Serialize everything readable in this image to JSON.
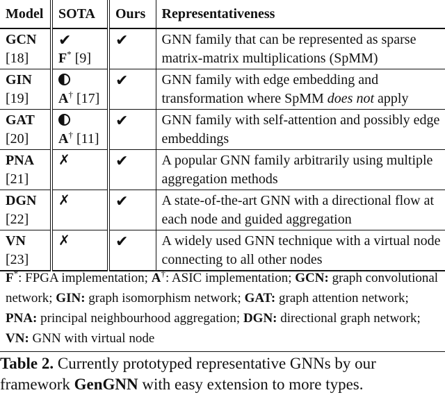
{
  "table": {
    "headers": [
      "Model",
      "SOTA",
      "Ours",
      "Representativeness"
    ],
    "rows": [
      {
        "model": "GCN",
        "ref": "[18]",
        "sota_icon": "check",
        "sota_badge": "F",
        "sota_sup": "*",
        "sota_ref": "[9]",
        "ours_icon": "check",
        "desc_html": "GNN family that can be represented as sparse matrix-matrix multiplications (SpMM)"
      },
      {
        "model": "GIN",
        "ref": "[19]",
        "sota_icon": "half-circle",
        "sota_badge": "A",
        "sota_sup": "†",
        "sota_ref": "[17]",
        "ours_icon": "check",
        "desc_pre": "GNN family with edge embedding and transformation where SpMM ",
        "desc_em": "does not",
        "desc_post": " apply"
      },
      {
        "model": "GAT",
        "ref": "[20]",
        "sota_icon": "half-circle",
        "sota_badge": "A",
        "sota_sup": "†",
        "sota_ref": "[11]",
        "ours_icon": "check",
        "desc": "GNN family with self-attention and possibly edge embeddings"
      },
      {
        "model": "PNA",
        "ref": "[21]",
        "sota_icon": "cross",
        "ours_icon": "check",
        "desc": "A popular GNN family arbitrarily using multiple aggregation methods"
      },
      {
        "model": "DGN",
        "ref": "[22]",
        "sota_icon": "cross",
        "ours_icon": "check",
        "desc": "A state-of-the-art GNN with a directional flow at each node and guided aggregation"
      },
      {
        "model": "VN",
        "ref": "[23]",
        "sota_icon": "cross",
        "ours_icon": "check",
        "desc": "A widely used GNN technique with a virtual node connecting to all other nodes"
      }
    ],
    "symbols": {
      "check": "✔",
      "cross": "✗"
    }
  },
  "notes": [
    {
      "key": "F",
      "sup": "*",
      "text": "FPGA implementation;"
    },
    {
      "key": "A",
      "sup": "†",
      "text": "ASIC implementation;"
    },
    {
      "key": "GCN:",
      "text": "graph convolutional network;"
    },
    {
      "key": "GIN:",
      "text": "graph isomorphism network;"
    },
    {
      "key": "GAT:",
      "text": "graph attention network;"
    },
    {
      "key": "PNA:",
      "text": "principal neighbourhood aggregation;"
    },
    {
      "key": "DGN:",
      "text": "directional graph network;"
    },
    {
      "key": "VN:",
      "text": "GNN with virtual node"
    }
  ],
  "caption": {
    "label": "Table 2.",
    "text_pre": "Currently prototyped representative GNNs by our framework",
    "name": "GenGNN",
    "text_post": "with easy extension to more types."
  }
}
